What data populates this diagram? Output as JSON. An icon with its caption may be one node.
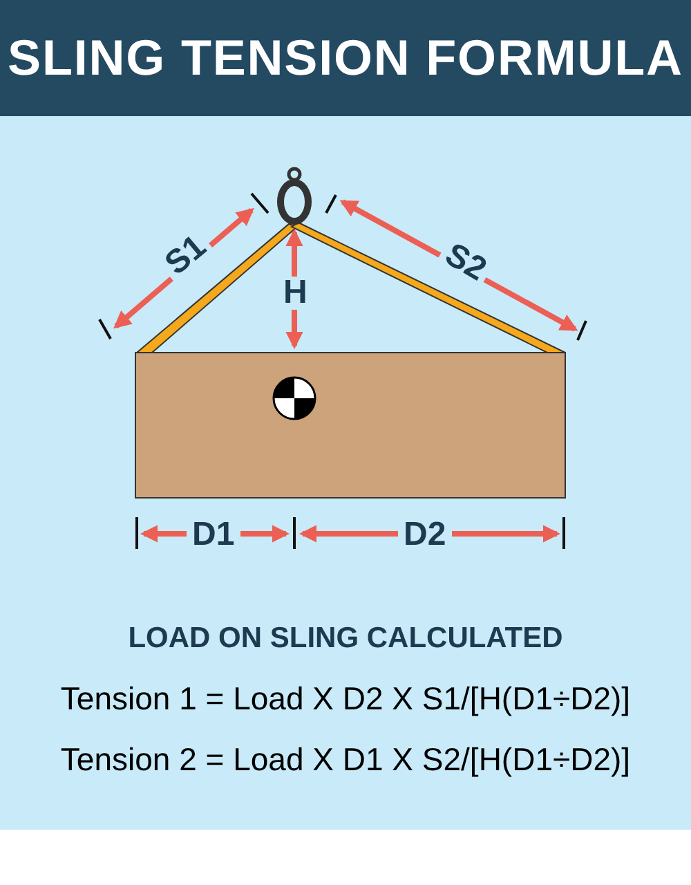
{
  "diagram": {
    "title": "SLING TENSION FORMULA",
    "labels": [
      "S1",
      "S2",
      "H",
      "D1",
      "D2",
      "LOAD ON SLING CALCULATED",
      "Tension 1 = Load X D2 X S1/[H(D1÷D2)]",
      "Tension 2 = Load X D1 X S2/[H(D1÷D2)]"
    ]
  }
}
